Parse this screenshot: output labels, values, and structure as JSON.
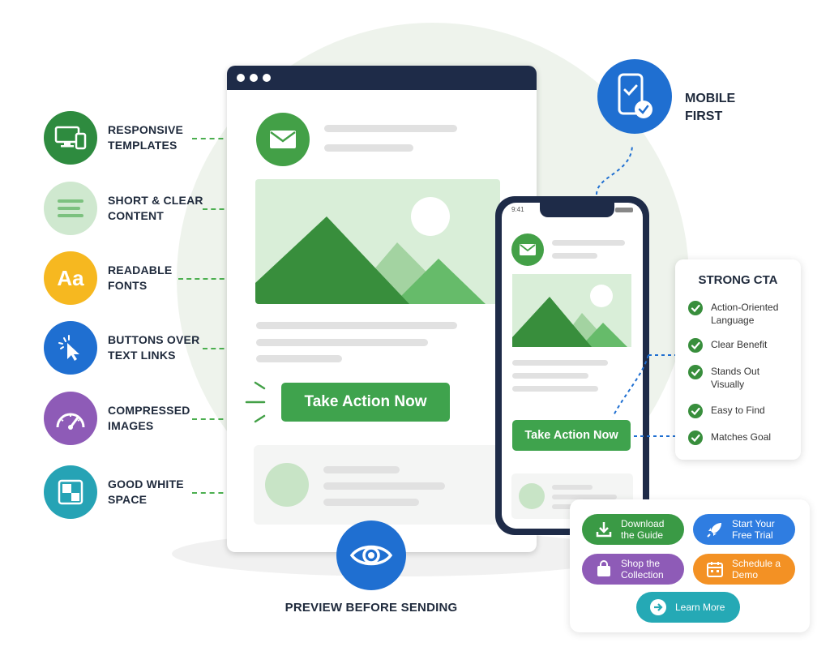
{
  "features": [
    {
      "label": "RESPONSIVE TEMPLATES",
      "icon": "responsive-devices-icon",
      "color": "#2e8b3f"
    },
    {
      "label": "SHORT & CLEAR CONTENT",
      "icon": "text-lines-icon",
      "color": "#cfe8cf"
    },
    {
      "label": "READABLE FONTS",
      "icon": "font-aa-icon",
      "color": "#f6b820"
    },
    {
      "label": "BUTTONS OVER TEXT LINKS",
      "icon": "cursor-click-icon",
      "color": "#1f6fd1"
    },
    {
      "label": "COMPRESSED IMAGES",
      "icon": "speedometer-icon",
      "color": "#8e5bb7"
    },
    {
      "label": "GOOD WHITE SPACE",
      "icon": "layout-blocks-icon",
      "color": "#26a3b5"
    }
  ],
  "font_icon_text": "Aa",
  "desktop": {
    "cta_label": "Take Action Now"
  },
  "mobile": {
    "cta_label": "Take Action Now",
    "status_time": "9:41"
  },
  "mobile_first": {
    "label": "MOBILE FIRST",
    "icon": "phone-check-icon",
    "color": "#1f6fd1"
  },
  "strong_cta": {
    "title": "STRONG CTA",
    "items": [
      "Action-Oriented Language",
      "Clear Benefit",
      "Stands Out Visually",
      "Easy to Find",
      "Matches Goal"
    ]
  },
  "cta_examples": [
    {
      "label": "Download the Guide",
      "icon": "download-icon",
      "color": "#3a9a45"
    },
    {
      "label": "Start Your Free Trial",
      "icon": "rocket-icon",
      "color": "#2f7de1"
    },
    {
      "label": "Shop the Collection",
      "icon": "shopping-bag-icon",
      "color": "#8e5bb7"
    },
    {
      "label": "Schedule a Demo",
      "icon": "calendar-icon",
      "color": "#f39124"
    },
    {
      "label": "Learn More",
      "icon": "arrow-right-icon",
      "color": "#25a9b5"
    }
  ],
  "preview": {
    "label": "PREVIEW BEFORE SENDING",
    "icon": "eye-icon",
    "color": "#1f6fd1"
  }
}
